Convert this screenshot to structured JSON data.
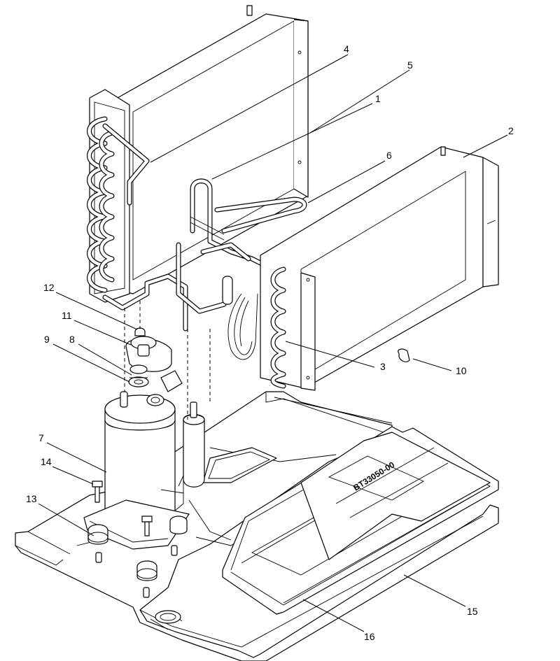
{
  "diagram": {
    "part_stamp": "BT33050-00",
    "callouts": [
      {
        "id": "c1",
        "label": "1"
      },
      {
        "id": "c2",
        "label": "2"
      },
      {
        "id": "c3",
        "label": "3"
      },
      {
        "id": "c4",
        "label": "4"
      },
      {
        "id": "c5",
        "label": "5"
      },
      {
        "id": "c6",
        "label": "6"
      },
      {
        "id": "c7",
        "label": "7"
      },
      {
        "id": "c8",
        "label": "8"
      },
      {
        "id": "c9",
        "label": "9"
      },
      {
        "id": "c10",
        "label": "10"
      },
      {
        "id": "c11",
        "label": "11"
      },
      {
        "id": "c12",
        "label": "12"
      },
      {
        "id": "c13",
        "label": "13"
      },
      {
        "id": "c14",
        "label": "14"
      },
      {
        "id": "c15",
        "label": "15"
      },
      {
        "id": "c16",
        "label": "16"
      }
    ]
  }
}
